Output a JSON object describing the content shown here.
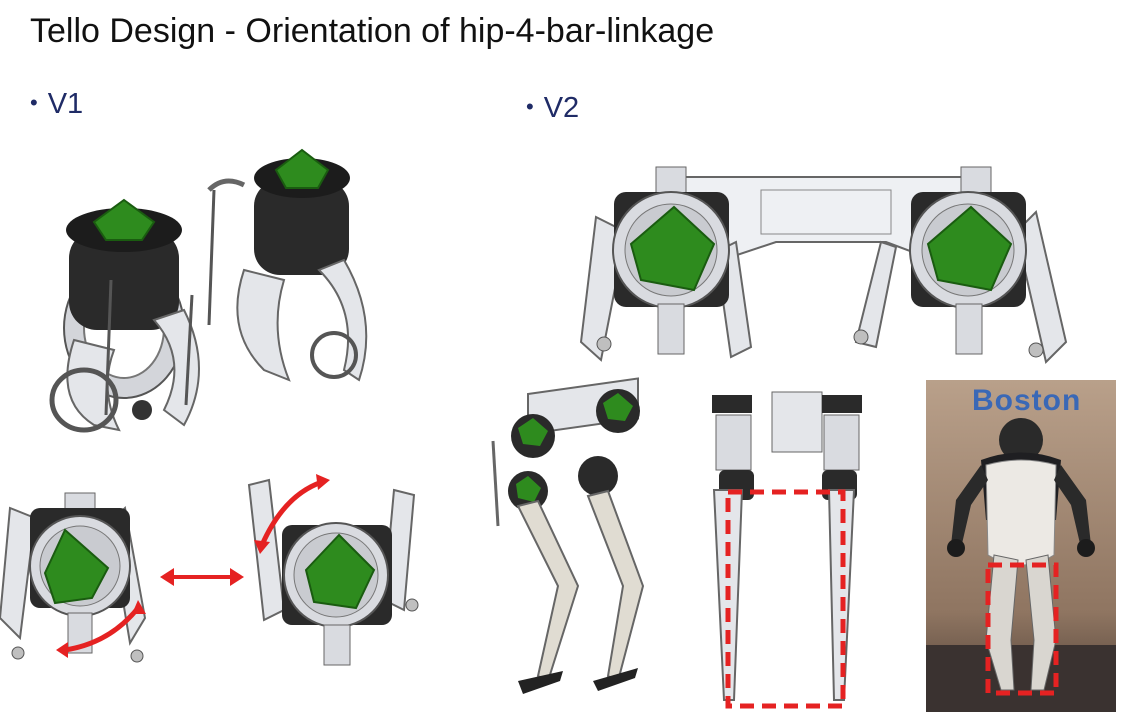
{
  "slide": {
    "title": "Tello Design -  Orientation of hip-4-bar-linkage"
  },
  "bullets": [
    {
      "marker": "•",
      "label": "V1"
    },
    {
      "marker": "•",
      "label": "V2"
    }
  ],
  "photo": {
    "sign_text": "Boston"
  },
  "colors": {
    "motor_green": "#2e8b1e",
    "arrow_red": "#e52222",
    "frame_gray": "#d9dbe0",
    "motor_dark": "#2a2a2a"
  }
}
